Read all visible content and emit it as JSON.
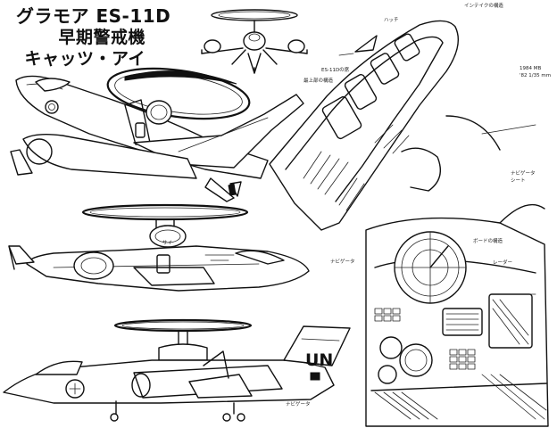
{
  "title": {
    "line1": "グラモア ES-11D",
    "line2": "早期警戒機",
    "line3": "キャッツ・アイ"
  },
  "markings": {
    "tail_code": "UN"
  }
}
